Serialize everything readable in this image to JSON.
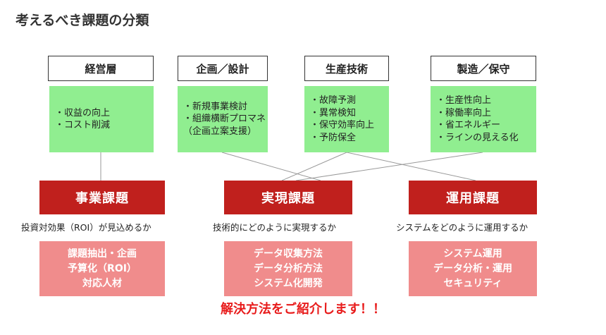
{
  "title": "考えるべき課題の分類",
  "roles": [
    {
      "label": "経営層",
      "items": [
        "・収益の向上",
        "・コスト削減"
      ]
    },
    {
      "label": "企画／設計",
      "items": [
        "・新規事業検討",
        "・組織横断プロマネ",
        "（企画立案支援）"
      ]
    },
    {
      "label": "生産技術",
      "items": [
        "・故障予測",
        "・異常検知",
        "・保守効率向上",
        "・予防保全"
      ]
    },
    {
      "label": "製造／保守",
      "items": [
        "・生産性向上",
        "・稼働率向上",
        "・省エネルギー",
        "・ラインの見える化"
      ]
    }
  ],
  "issues": [
    {
      "label": "事業課題",
      "question": "投資対効果（ROI）が見込めるか",
      "solutions": [
        "課題抽出・企画",
        "予算化（ROI）",
        "対応人材"
      ]
    },
    {
      "label": "実現課題",
      "question": "技術的にどのように実現するか",
      "solutions": [
        "データ収集方法",
        "データ分析方法",
        "システム化開発"
      ]
    },
    {
      "label": "運用課題",
      "question": "システムをどのように運用するか",
      "solutions": [
        "システム運用",
        "データ分析・運用",
        "セキュリティ"
      ]
    }
  ],
  "footer": "解決方法をご紹介します！！",
  "colors": {
    "green": "#90ee90",
    "red": "#c0201d",
    "pink": "#f08c8c",
    "footer": "#e81c1c"
  }
}
